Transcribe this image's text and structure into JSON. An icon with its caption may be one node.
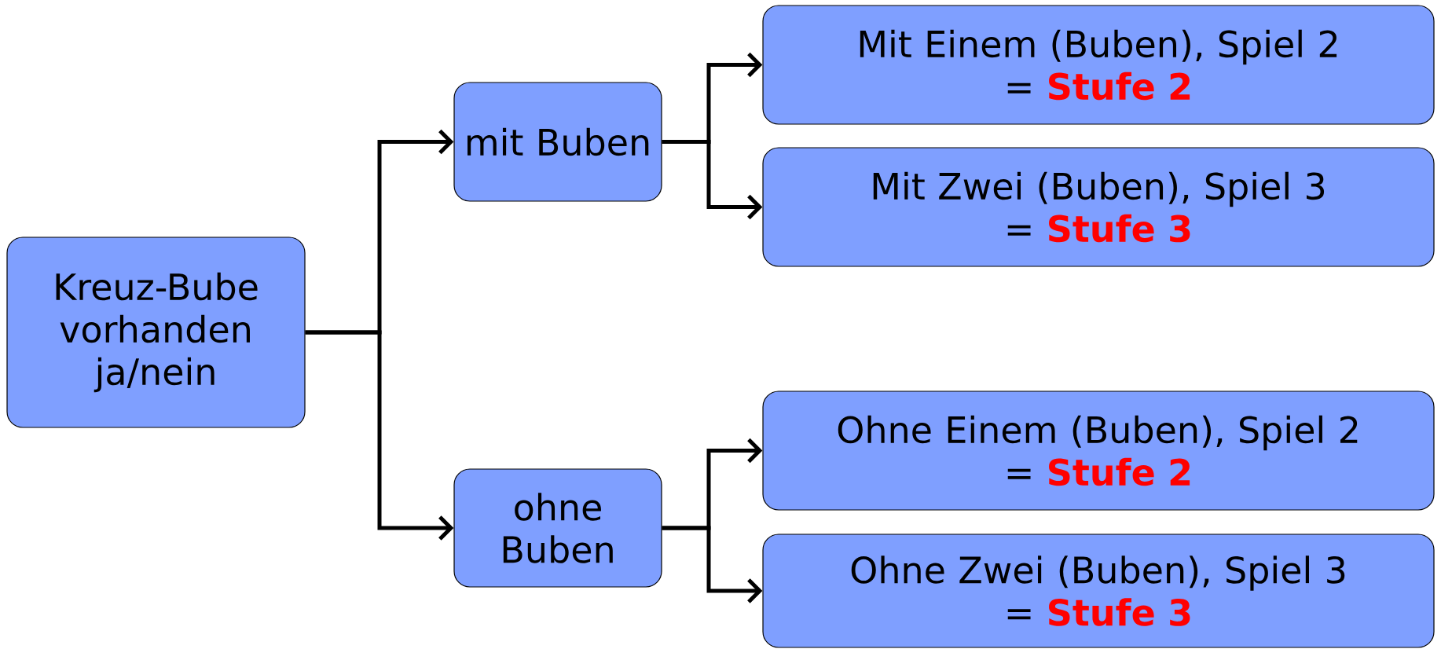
{
  "diagram": {
    "nodes": [
      {
        "text": [
          "Kreuz-Bube vorhanden ja/nein"
        ]
      },
      {
        "text": [
          "mit Buben"
        ]
      },
      {
        "text": [
          "ohne Buben"
        ]
      },
      {
        "text": [
          "Mit Einem (Buben), Spiel 2",
          "= **Stufe 2**"
        ]
      },
      {
        "text": [
          "Mit Zwei (Buben), Spiel 3",
          "= **Stufe 3**"
        ]
      },
      {
        "text": [
          "Ohne Einem (Buben), Spiel 2",
          "= **Stufe 2**"
        ]
      },
      {
        "text": [
          "Ohne Zwei (Buben), Spiel 3",
          "= **Stufe 3**"
        ]
      }
    ],
    "edges": [
      {
        "from": 0,
        "to": 1,
        "arrow": "to"
      },
      {
        "from": 0,
        "to": 2,
        "arrow": "to"
      },
      {
        "from": 1,
        "to": 3,
        "arrow": "to"
      },
      {
        "from": 1,
        "to": 4,
        "arrow": "to"
      },
      {
        "from": 2,
        "to": 5,
        "arrow": "to"
      },
      {
        "from": 2,
        "to": 6,
        "arrow": "to"
      }
    ]
  }
}
